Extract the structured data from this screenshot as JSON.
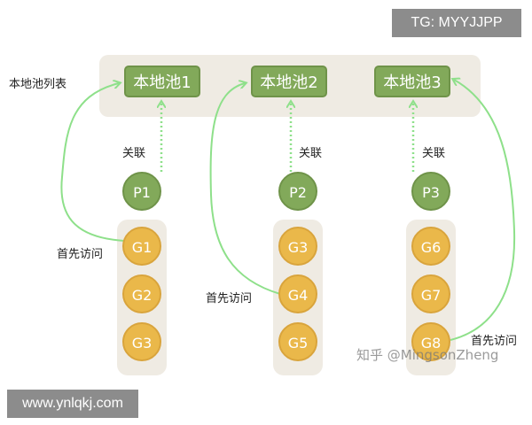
{
  "pool_list_label": "本地池列表",
  "pools": [
    "本地池1",
    "本地池2",
    "本地池3"
  ],
  "processes": [
    "P1",
    "P2",
    "P3"
  ],
  "relation_label": "关联",
  "first_visit_label": "首先访问",
  "goroutines": [
    [
      "G1",
      "G2",
      "G3"
    ],
    [
      "G3",
      "G4",
      "G5"
    ],
    [
      "G6",
      "G7",
      "G8"
    ]
  ],
  "badge_top": "TG: MYYJJPP",
  "badge_bottom": "www.ynlqkj.com",
  "watermark": "知乎 @MingsonZheng",
  "colors": {
    "pool_green": "#82a95a",
    "goroutine_yellow": "#eab84a",
    "arrow_green": "#8ee08a",
    "strip_beige": "#efebe3"
  }
}
